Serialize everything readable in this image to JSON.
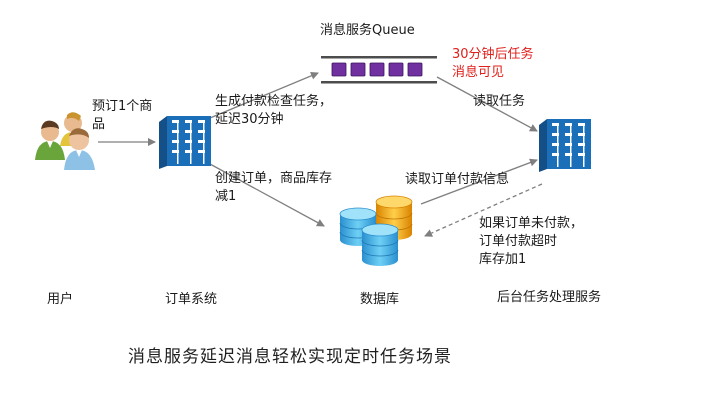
{
  "colors": {
    "arrow": "#7f7f7f",
    "server_blue": "#1a6fb8",
    "queue_purple": "#7030a0",
    "db_blue": "#47b6e8",
    "db_orange": "#f0a500",
    "highlight_red": "#e0201b"
  },
  "nodes": {
    "user": {
      "label": "用户",
      "icon": "users-icon"
    },
    "order_system": {
      "label": "订单系统",
      "icon": "server-icon"
    },
    "queue": {
      "label": "消息服务Queue",
      "icon": "queue-icon",
      "message_count": 5
    },
    "database": {
      "label": "数据库",
      "icon": "database-icon"
    },
    "worker": {
      "label": "后台任务处理服务",
      "icon": "server-icon"
    }
  },
  "edges": {
    "user_to_order": "预订1个商\n品",
    "order_to_queue": "生成付款检查任务，\n延迟30分钟",
    "order_to_db": "创建订单，商品库存\n减1",
    "queue_to_worker": "读取任务",
    "worker_to_db": "读取订单付款信息",
    "worker_to_db_unpaid": "如果订单未付款，\n订单付款超时\n库存加1"
  },
  "queue_note": "30分钟后任务\n消息可见",
  "caption": "消息服务延迟消息轻松实现定时任务场景"
}
